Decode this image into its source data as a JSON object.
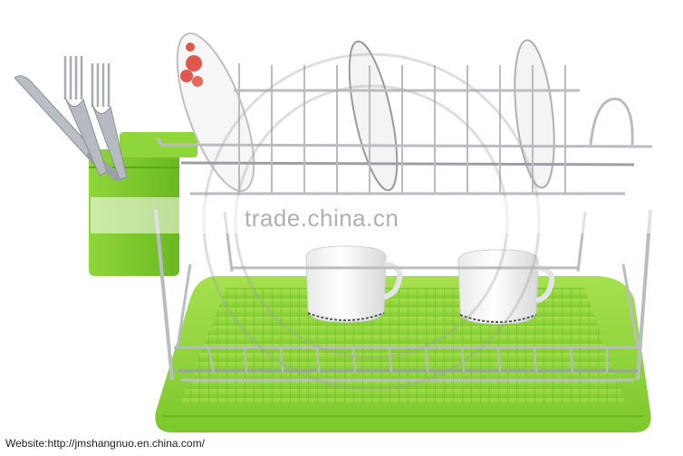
{
  "watermark": {
    "text": "trade.china.cn"
  },
  "footer": {
    "website": "Website:http://jmshangnuo.en.china.com/"
  },
  "colors": {
    "tray_green": "#8fd63a",
    "cup_green": "#7cc92a",
    "chrome": "#c9ccd0",
    "chrome_dark": "#7e848b",
    "plate_white": "#f6f6f6",
    "plate_flower": "#e0584c"
  },
  "icons": [
    "dish-rack-photo",
    "cutlery-cup",
    "fork",
    "knife",
    "plate",
    "mug",
    "drip-tray",
    "watermark-seal"
  ]
}
